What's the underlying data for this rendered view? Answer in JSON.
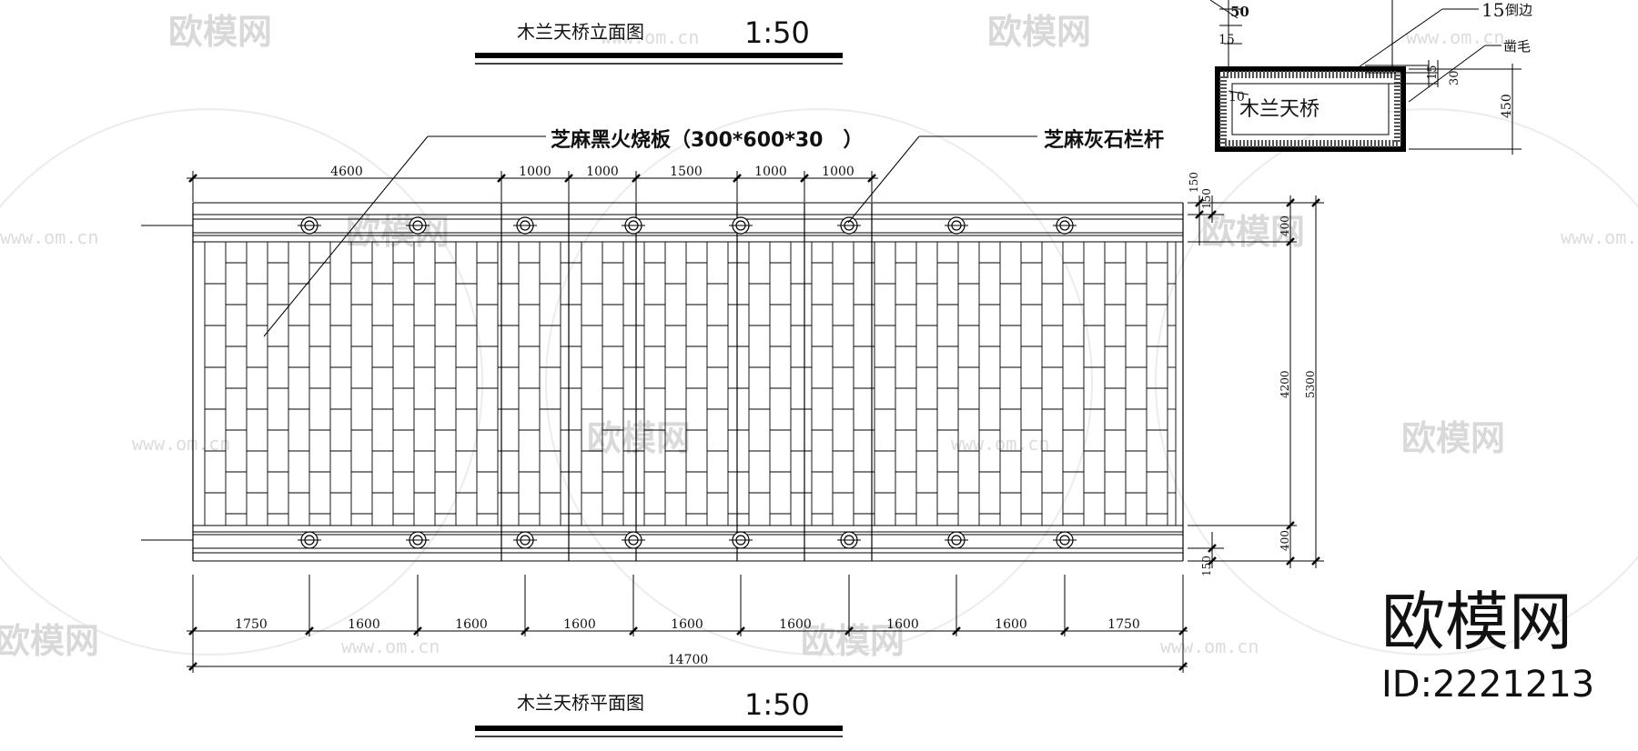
{
  "elevation_title": {
    "text": "木兰天桥立面图",
    "scale": "1:50"
  },
  "plan_title": {
    "text": "木兰天桥平面图",
    "scale": "1:50"
  },
  "callouts": {
    "paving": "芝麻黑火烧板（300*600*30　）",
    "railing": "芝麻灰石栏杆"
  },
  "top_dims": [
    "4600",
    "1000",
    "1000",
    "1500",
    "1000",
    "1000"
  ],
  "bottom_dims": [
    "1750",
    "1600",
    "1600",
    "1600",
    "1600",
    "1600",
    "1600",
    "1600",
    "1750"
  ],
  "overall_length": "14700",
  "right_dims": {
    "top_150_a": "150",
    "top_150_b": "150",
    "top_400": "400",
    "middle": "4200",
    "overall": "5300",
    "bottom_400": "400",
    "bottom_150": "150"
  },
  "section_detail": {
    "label": "木兰天桥",
    "dim_50": "50",
    "dim_15_left": "15",
    "dim_10": "10",
    "dim_15_right": "15",
    "dim_30": "30",
    "dim_450": "450",
    "chamfer_num": "15",
    "chamfer_text": "倒边",
    "rough_text": "凿毛"
  },
  "watermark": {
    "brand": "欧模网",
    "url": "www.om.cn",
    "id": "ID:2221213"
  }
}
